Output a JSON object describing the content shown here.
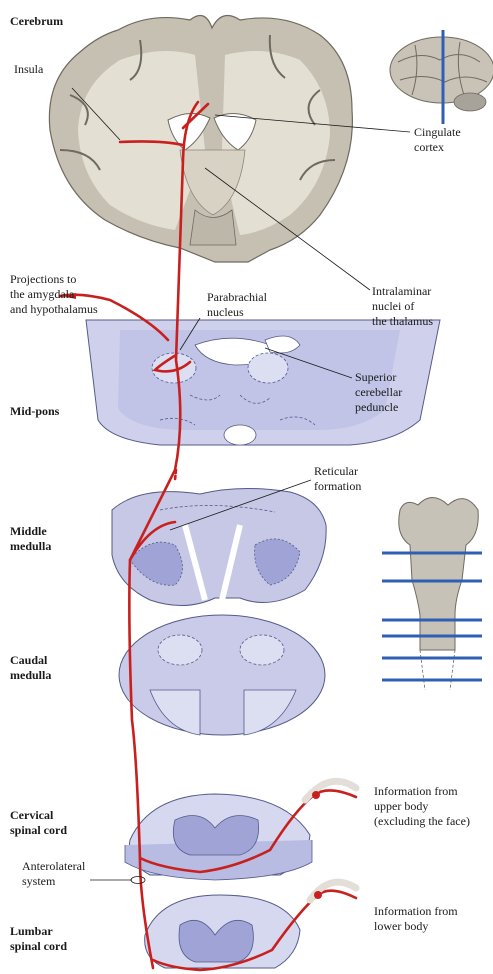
{
  "labels": {
    "cerebrum": "Cerebrum",
    "insula": "Insula",
    "cingulate_1": "Cingulate",
    "cingulate_2": "cortex",
    "intralaminar_1": "Intralaminar",
    "intralaminar_2": "nuclei of",
    "intralaminar_3": "the thalamus",
    "projections_1": "Projections to",
    "projections_2": "the amygdala",
    "projections_3": "and hypothalamus",
    "parabrachial_1": "Parabrachial",
    "parabrachial_2": "nucleus",
    "scp_1": "Superior",
    "scp_2": "cerebellar",
    "scp_3": "peduncle",
    "midpons": "Mid-pons",
    "reticular_1": "Reticular",
    "reticular_2": "formation",
    "middle_med_1": "Middle",
    "middle_med_2": "medulla",
    "caudal_med_1": "Caudal",
    "caudal_med_2": "medulla",
    "anterolateral_1": "Anterolateral",
    "anterolateral_2": "system",
    "cervical_1": "Cervical",
    "cervical_2": "spinal cord",
    "upper_1": "Information from",
    "upper_2": "upper body",
    "upper_3": "(excluding the face)",
    "lumbar_1": "Lumbar",
    "lumbar_2": "spinal cord",
    "lower_1": "Information from",
    "lower_2": "lower body"
  },
  "colors": {
    "pathway": "#c8201e",
    "brain_tissue": "#c9c3b7",
    "white_matter": "#e6e1d6",
    "section_fill": "#b9bbe0",
    "section_light": "#d9dbef",
    "level_line": "#2f5fb3"
  }
}
